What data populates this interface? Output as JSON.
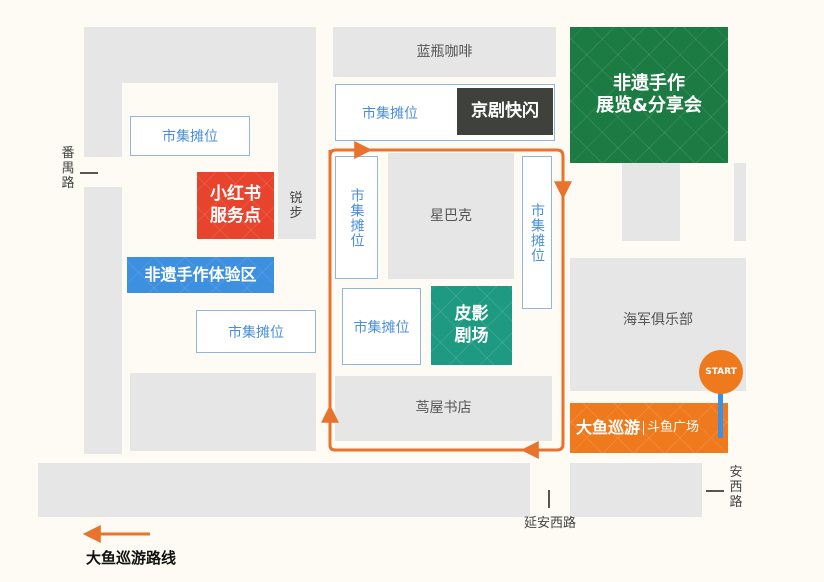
{
  "roads": {
    "panyu": "番\n禺\n路",
    "ruibu": "锐\n步",
    "yanan_west": "延安西路",
    "anxi": "安\n西\n路"
  },
  "buildings": {
    "lanping_coffee": "蓝瓶咖啡",
    "starbucks": "星巴克",
    "navy_club": "海军俱乐部",
    "tsutaya": "茑屋书店"
  },
  "stalls": {
    "left_top": "市集摊位",
    "left_bottom": "市集摊位",
    "top_center": "市集摊位",
    "center_left_vertical": "市集摊位",
    "center_right_vertical": "市集摊位",
    "center_bottom": "市集摊位"
  },
  "highlights": {
    "xiaohongshu_service": "小红书\n服务点",
    "heritage_experience": "非遗手作体验区",
    "peking_opera_flash": "京剧快闪",
    "heritage_exhibition": "非遗手作\n展览&分享会",
    "shadow_theatre": "皮影\n剧场",
    "tour_main": "大鱼巡游",
    "tour_sub": "斗鱼广场"
  },
  "start_label": "START",
  "legend": {
    "label": "大鱼巡游路线"
  },
  "colors": {
    "route": "#e8732c",
    "xiaohongshu": "#e8432c",
    "heritage_blue": "#3d8fe0",
    "opera_dark": "#3f423c",
    "exhibition_green": "#1c7a43",
    "shadow_teal": "#1f9a82",
    "tour_orange": "#ef7a1e",
    "stall_text": "#4a8fd6"
  }
}
